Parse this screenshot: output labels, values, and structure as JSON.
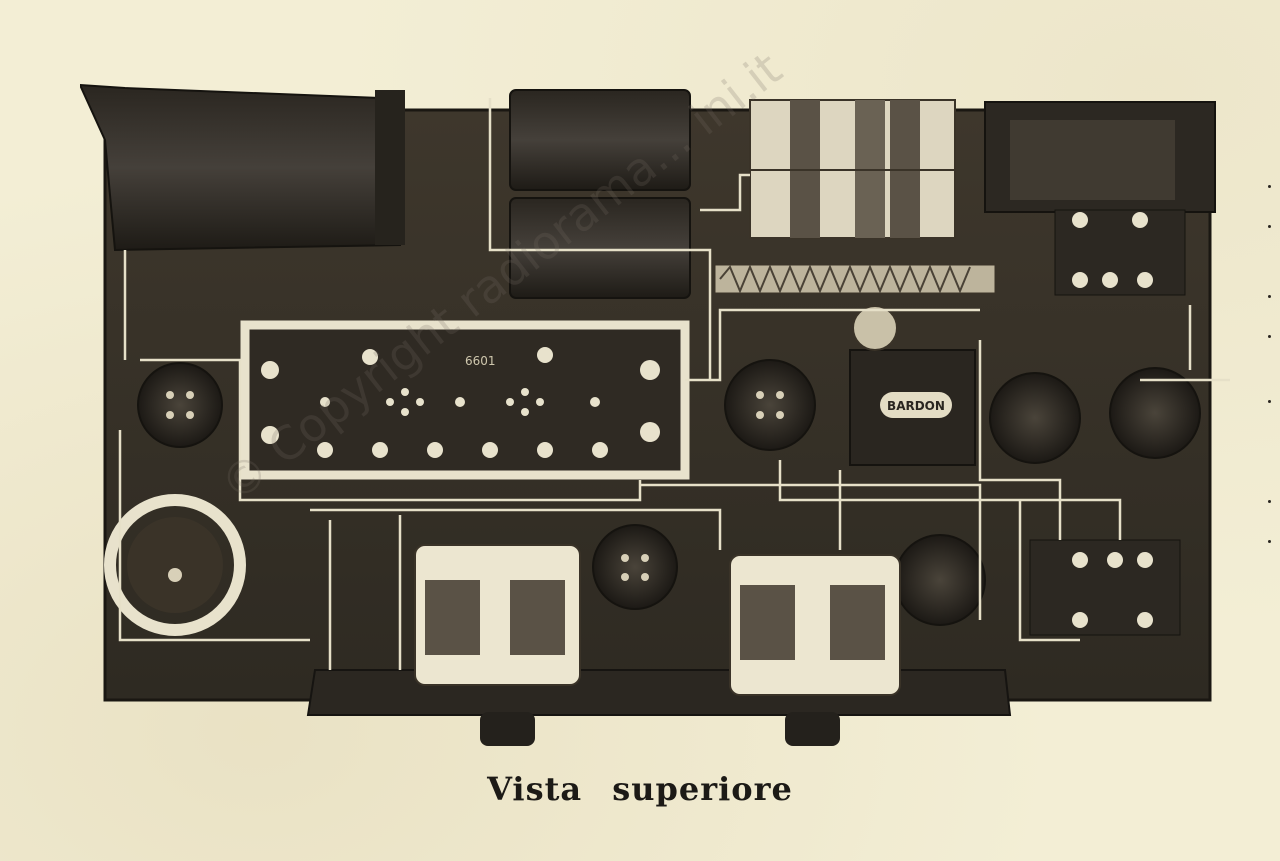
{
  "caption": "Vista superiore",
  "watermark": "© Copyright radiorama... ini.it",
  "photo": {
    "subject": "radio chassis top view",
    "nameplate": "BARDON",
    "board_marking": "6601"
  },
  "colors": {
    "paper": "#f3eed5",
    "chassis": "#3a3328",
    "wire": "#e8e2cc",
    "caption": "#1c1a16"
  }
}
